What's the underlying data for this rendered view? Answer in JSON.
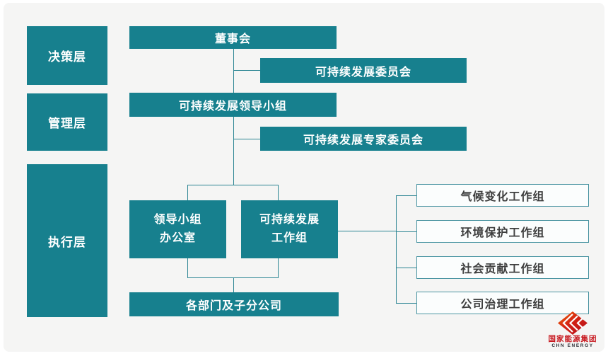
{
  "diagram_title": "sustainability-governance-org-chart",
  "colors": {
    "node_teal": "#17808e",
    "connector_teal": "#2a8492",
    "panel_bg": "#f5f5f4",
    "outline_border": "#4d96a3",
    "outline_fill": "#fbfdfd",
    "outline_text": "#3e3e3e",
    "logo_red": "#c7161d"
  },
  "layers": [
    {
      "label": "决策层"
    },
    {
      "label": "管理层"
    },
    {
      "label": "执行层"
    }
  ],
  "nodes": {
    "board": "董事会",
    "sustain_committee": "可持续发展委员会",
    "leading_group": "可持续发展领导小组",
    "expert_committee": "可持续发展专家委员会",
    "office_line1": "领导小组",
    "office_line2": "办公室",
    "working_group_line1": "可持续发展",
    "working_group_line2": "工作组",
    "departments": "各部门及子分公司"
  },
  "working_groups": [
    {
      "label": "气候变化工作组"
    },
    {
      "label": "环境保护工作组"
    },
    {
      "label": "社会贡献工作组"
    },
    {
      "label": "公司治理工作组"
    }
  ],
  "logo": {
    "name_cn": "国家能源集团",
    "name_en": "CHN ENERGY"
  }
}
